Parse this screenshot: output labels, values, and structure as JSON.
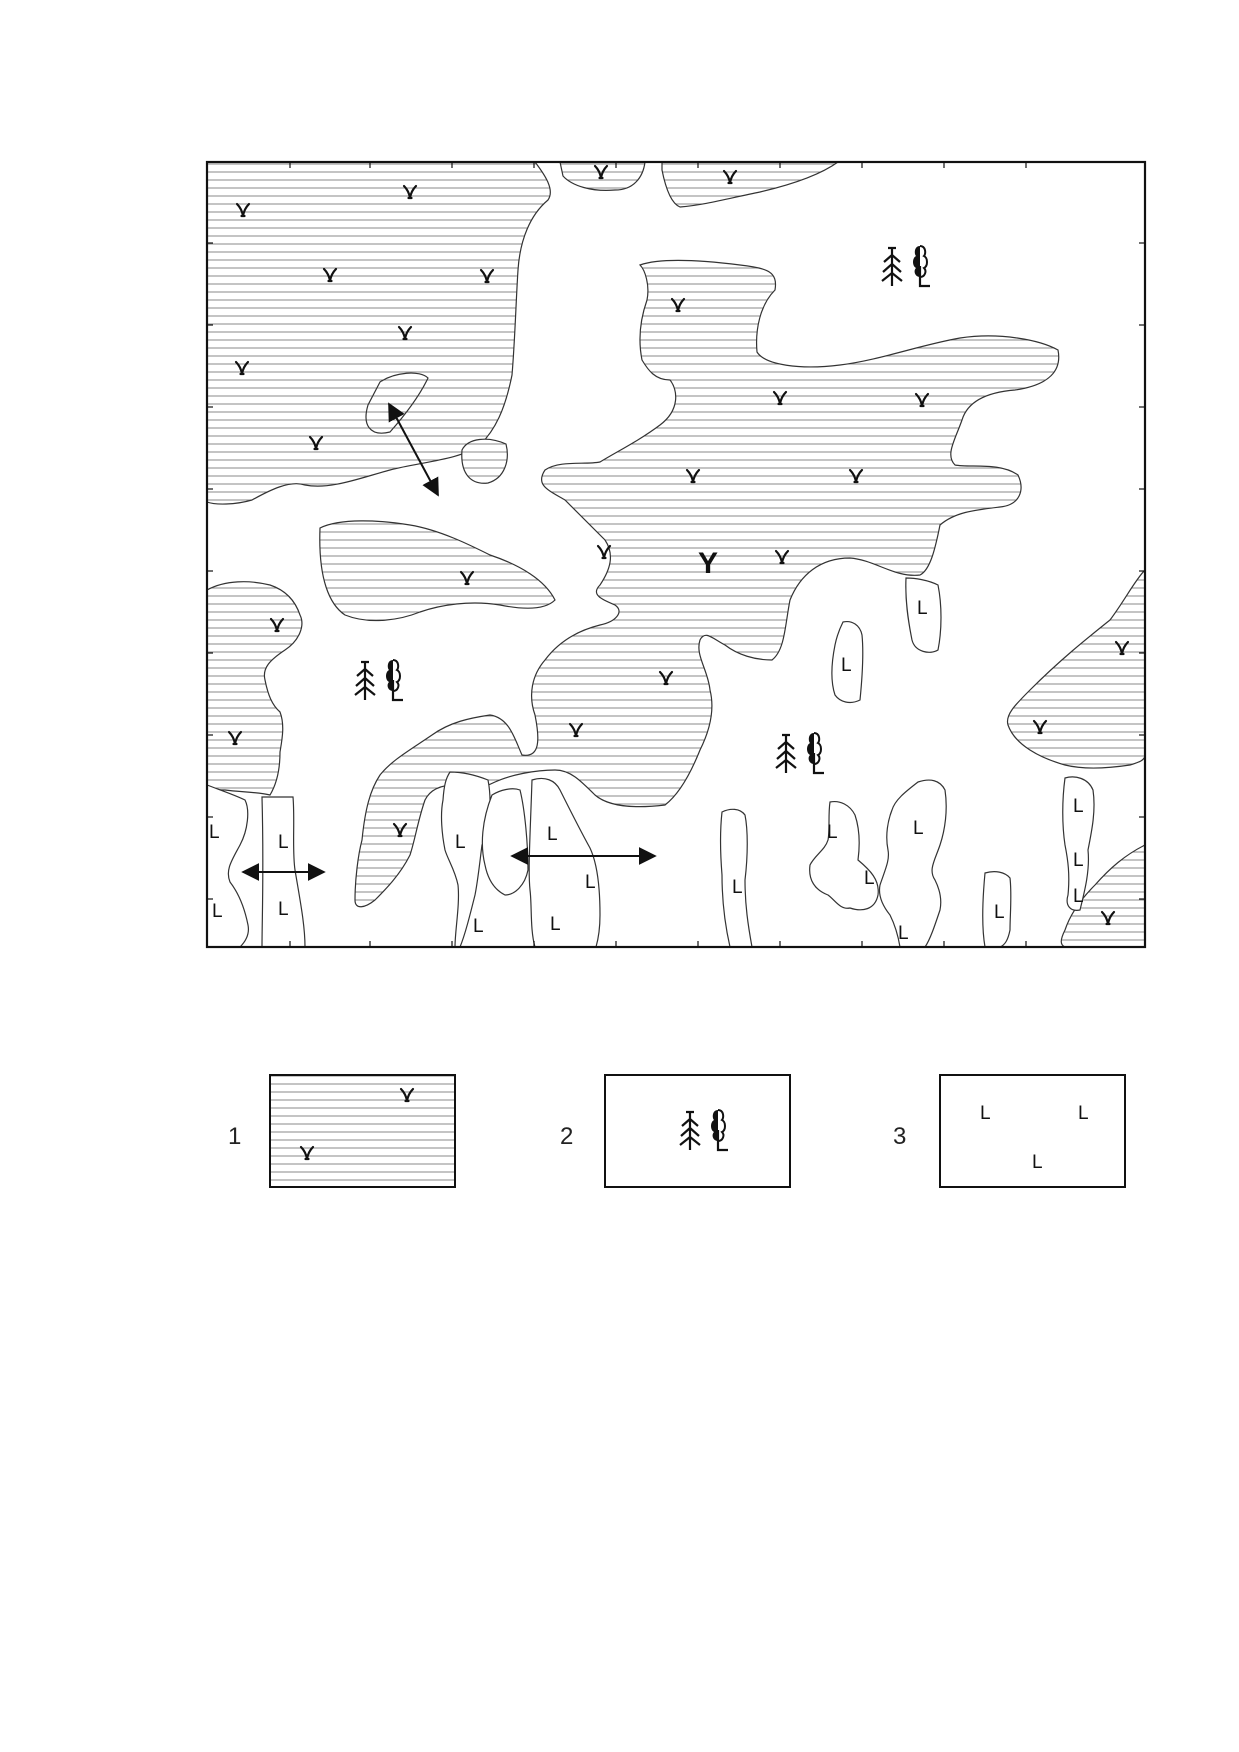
{
  "map": {
    "center_label": "Y",
    "land_mark": "L"
  },
  "legend": [
    {
      "number": "1",
      "pattern": "hatched"
    },
    {
      "number": "2",
      "pattern": "trees"
    },
    {
      "number": "3",
      "pattern": "L"
    }
  ],
  "colors": {
    "line": "#333333",
    "hatch": "#8a8a8a",
    "paper": "#ffffff"
  },
  "icons": [
    "marsh-grass-icon",
    "conifer-tree-icon",
    "deciduous-tree-icon",
    "double-arrow-icon"
  ]
}
